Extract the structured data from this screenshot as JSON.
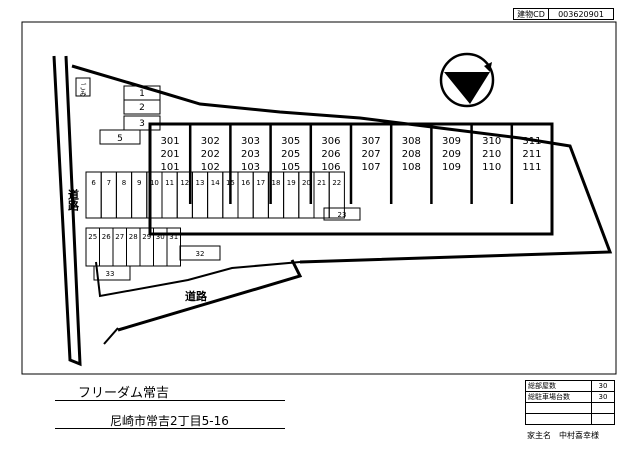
{
  "header": {
    "code_label": "建物CD",
    "code_value": "003620901"
  },
  "map": {
    "garbage_label": "ごみ",
    "road_label": "道路",
    "units": [
      [
        "301",
        "201",
        "101"
      ],
      [
        "302",
        "202",
        "102"
      ],
      [
        "303",
        "203",
        "103"
      ],
      [
        "305",
        "205",
        "105"
      ],
      [
        "306",
        "206",
        "106"
      ],
      [
        "307",
        "207",
        "107"
      ],
      [
        "308",
        "208",
        "108"
      ],
      [
        "309",
        "209",
        "109"
      ],
      [
        "310",
        "210",
        "110"
      ],
      [
        "311",
        "211",
        "111"
      ]
    ],
    "small_spaces": [
      "1",
      "2",
      "3",
      "5"
    ],
    "row1_spaces": [
      "6",
      "7",
      "8",
      "9",
      "10",
      "11",
      "12",
      "13",
      "14",
      "15",
      "16",
      "17",
      "18",
      "19",
      "20",
      "21",
      "22"
    ],
    "space_23": "23",
    "row2_spaces": [
      "25",
      "26",
      "27",
      "28",
      "29",
      "30",
      "31"
    ],
    "space_32": "32",
    "space_33": "33"
  },
  "footer": {
    "property_name": "フリーダム常吉",
    "address": "尼崎市常吉2丁目5-16",
    "stats": [
      {
        "label": "総部屋数",
        "value": "30"
      },
      {
        "label": "総駐車場台数",
        "value": "30"
      },
      {
        "label": "",
        "value": ""
      },
      {
        "label": "",
        "value": ""
      }
    ],
    "owner": "家主名　中村喜幸様"
  }
}
